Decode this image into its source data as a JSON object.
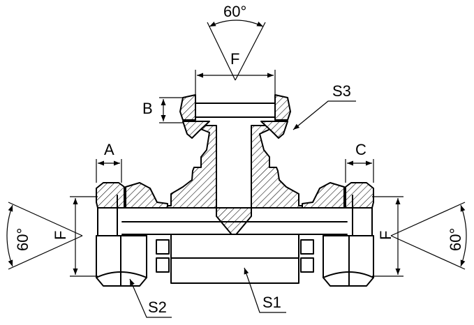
{
  "labels": {
    "angle_top": "60°",
    "angle_left": "60°",
    "angle_right": "60°",
    "dim_f_top": "F",
    "dim_f_left": "F",
    "dim_f_right": "F",
    "dim_a": "A",
    "dim_b": "B",
    "dim_c": "C",
    "part_s1": "S1",
    "part_s2": "S2",
    "part_s3": "S3"
  }
}
